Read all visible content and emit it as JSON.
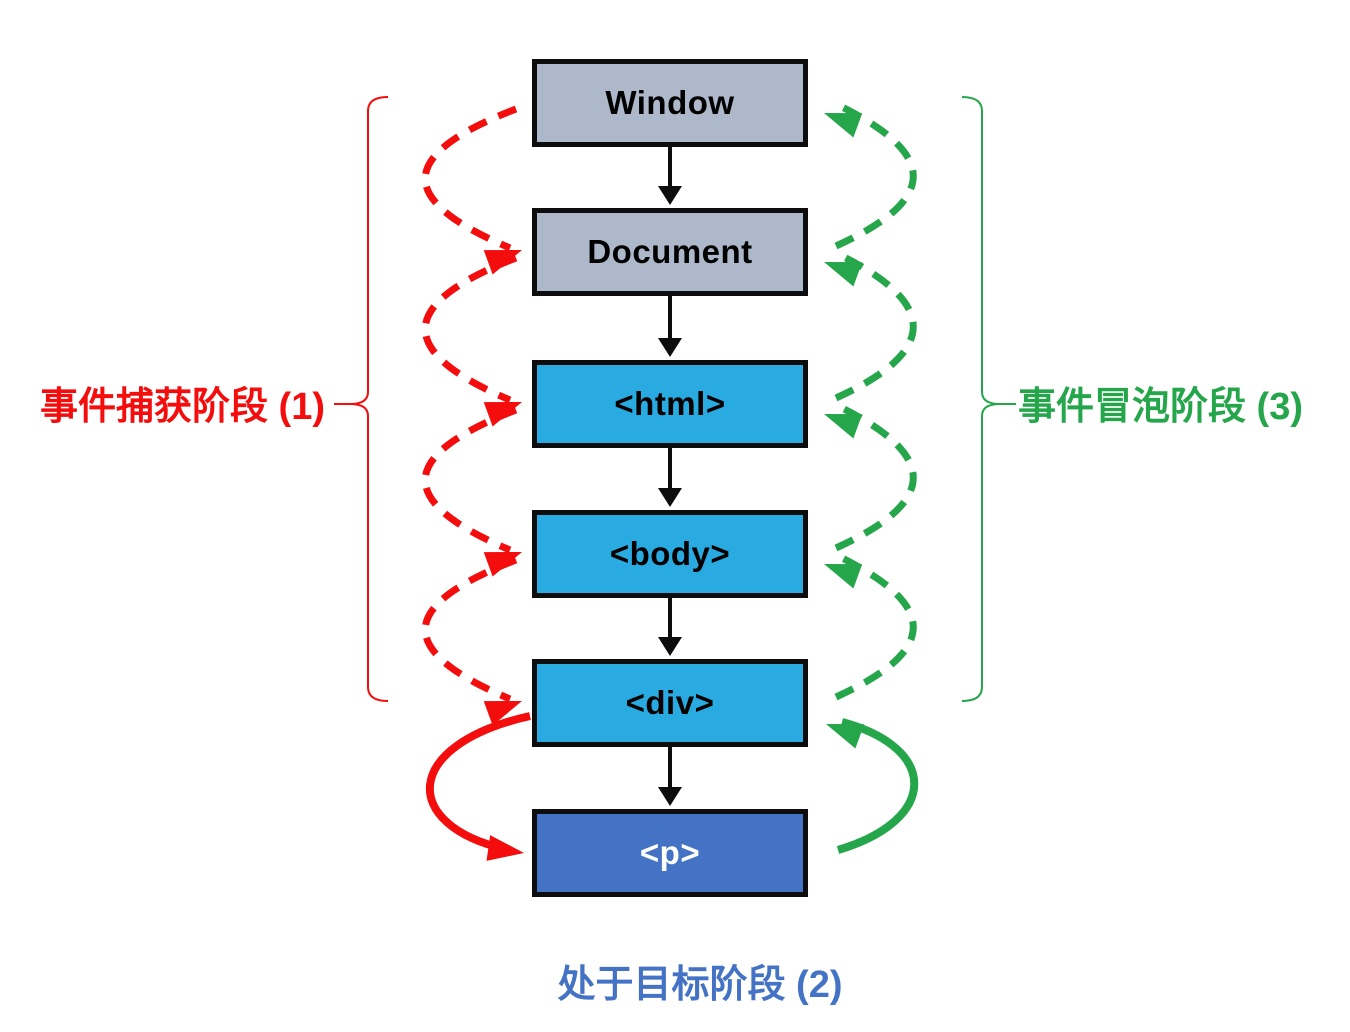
{
  "colors": {
    "red": "#F40D0D",
    "green": "#26A64B",
    "blue": "#4472C4",
    "gray": "#ADB9CA",
    "cyan": "#29ABE2",
    "black": "#000000",
    "white": "#FFFFFF"
  },
  "nodes": [
    {
      "label": "Window",
      "fill": "gray",
      "text_color": "#000000"
    },
    {
      "label": "Document",
      "fill": "gray",
      "text_color": "#000000"
    },
    {
      "label": "<html>",
      "fill": "cyan",
      "text_color": "#000000"
    },
    {
      "label": "<body>",
      "fill": "cyan",
      "text_color": "#000000"
    },
    {
      "label": "<div>",
      "fill": "cyan",
      "text_color": "#000000"
    },
    {
      "label": "<p>",
      "fill": "blue",
      "text_color": "#FFFFFF"
    }
  ],
  "phases": {
    "capture": {
      "label": "事件捕获阶段 (1)"
    },
    "target": {
      "label": "处于目标阶段 (2)"
    },
    "bubble": {
      "label": "事件冒泡阶段 (3)"
    }
  }
}
